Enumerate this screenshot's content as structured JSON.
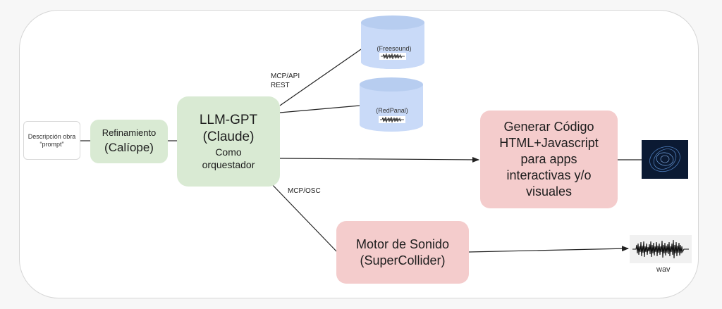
{
  "nodes": {
    "prompt": {
      "line1": "Descripción obra",
      "line2": "“prompt”"
    },
    "refinement": {
      "line1": "Refinamiento",
      "line2": "(Calíope)"
    },
    "llm": {
      "line1": "LLM-GPT",
      "line2": "(Claude)",
      "line3": "Como",
      "line4": "orquestador"
    },
    "code_generator": {
      "lines": [
        "Generar Código",
        "HTML+Javascript",
        "para apps",
        "interactivas y/o",
        "visuales"
      ]
    },
    "sound_engine": {
      "line1": "Motor de Sonido",
      "line2": "(SuperCollider)"
    }
  },
  "databases": {
    "freesound": "(Freesound)",
    "redpanal": "(RedPanal)"
  },
  "edge_labels": {
    "mcp_api": "MCP/API",
    "rest": "REST",
    "mcp_osc": "MCP/OSC"
  },
  "outputs": {
    "wav": "wav"
  },
  "colors": {
    "green_node": "#d9ead3",
    "pink_node": "#f4cccc",
    "database": "#c9daf8",
    "line": "#222222",
    "visual_thumb": "#0b1a33"
  },
  "icons": [
    "waveform-icon",
    "visual-output-icon",
    "database-icon"
  ]
}
